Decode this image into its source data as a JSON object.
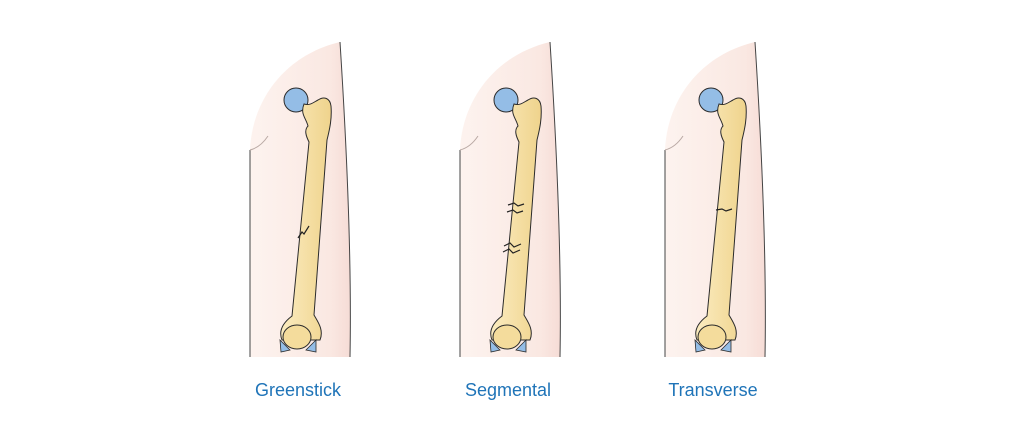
{
  "colors": {
    "skin": "#fbece6",
    "bone": "#f6dfa2",
    "cartilage": "#94bde6",
    "outline": "#2b2b2b",
    "label": "#1f74b8"
  },
  "panels": [
    {
      "label": "Greenstick"
    },
    {
      "label": "Segmental"
    },
    {
      "label": "Transverse"
    }
  ]
}
